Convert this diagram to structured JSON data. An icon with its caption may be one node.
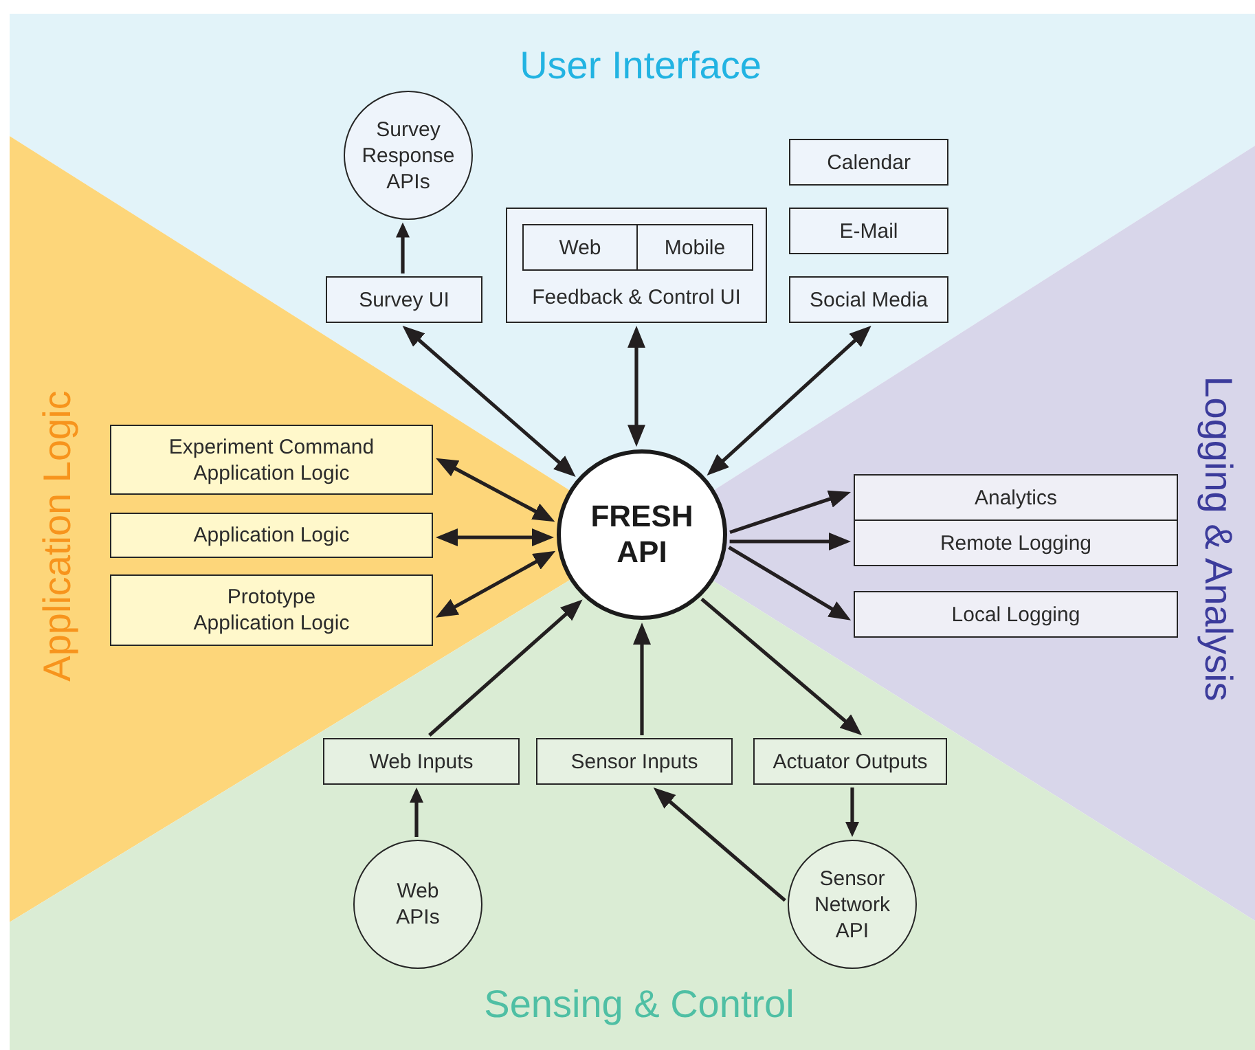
{
  "diagram": {
    "nodes": [
      {
        "text": [
          "User Interface"
        ]
      },
      {
        "text": [
          "Survey Response APIs"
        ],
        "in": 0
      },
      {
        "text": [
          "Survey UI"
        ],
        "in": 0
      },
      {
        "text": [
          "Feedback & Control UI"
        ],
        "in": 0
      },
      {
        "text": [
          "Web"
        ],
        "in": 3
      },
      {
        "text": [
          "Mobile"
        ],
        "in": 3
      },
      {
        "text": [
          "Calendar"
        ],
        "in": 0
      },
      {
        "text": [
          "E-Mail"
        ],
        "in": 0
      },
      {
        "text": [
          "Social Media"
        ],
        "in": 0
      },
      {
        "text": [
          "Application Logic"
        ]
      },
      {
        "text": [
          "Experiment Command Application Logic"
        ],
        "in": 9
      },
      {
        "text": [
          "Application Logic"
        ],
        "in": 9
      },
      {
        "text": [
          "Prototype Application Logic"
        ],
        "in": 9
      },
      {
        "text": [
          "FRESH API"
        ]
      },
      {
        "text": [
          "Logging & Analysis"
        ]
      },
      {
        "text": [
          "Analytics"
        ],
        "in": 14
      },
      {
        "text": [
          "Remote Logging"
        ],
        "in": 14
      },
      {
        "text": [
          "Local Logging"
        ],
        "in": 14
      },
      {
        "text": [
          "Sensing & Control"
        ]
      },
      {
        "text": [
          "Web Inputs"
        ],
        "in": 18
      },
      {
        "text": [
          "Sensor Inputs"
        ],
        "in": 18
      },
      {
        "text": [
          "Actuator Outputs"
        ],
        "in": 18
      },
      {
        "text": [
          "Web APIs"
        ],
        "in": 18
      },
      {
        "text": [
          "Sensor Network API"
        ],
        "in": 18
      }
    ],
    "edges": [
      {
        "from": 2,
        "to": 1,
        "arrow": "to"
      },
      {
        "from": 2,
        "to": 13,
        "arrow": "both"
      },
      {
        "from": 3,
        "to": 13,
        "arrow": "both"
      },
      {
        "from": 8,
        "to": 13,
        "arrow": "both"
      },
      {
        "from": 10,
        "to": 13,
        "arrow": "both"
      },
      {
        "from": 11,
        "to": 13,
        "arrow": "both"
      },
      {
        "from": 12,
        "to": 13,
        "arrow": "both"
      },
      {
        "from": 13,
        "to": 15,
        "arrow": "to"
      },
      {
        "from": 13,
        "to": 16,
        "arrow": "to"
      },
      {
        "from": 13,
        "to": 17,
        "arrow": "to"
      },
      {
        "from": 19,
        "to": 13,
        "arrow": "to"
      },
      {
        "from": 20,
        "to": 13,
        "arrow": "to"
      },
      {
        "from": 13,
        "to": 21,
        "arrow": "to"
      },
      {
        "from": 22,
        "to": 19,
        "arrow": "to"
      },
      {
        "from": 21,
        "to": 23,
        "arrow": "to"
      },
      {
        "from": 23,
        "to": 20,
        "arrow": "to"
      }
    ]
  }
}
